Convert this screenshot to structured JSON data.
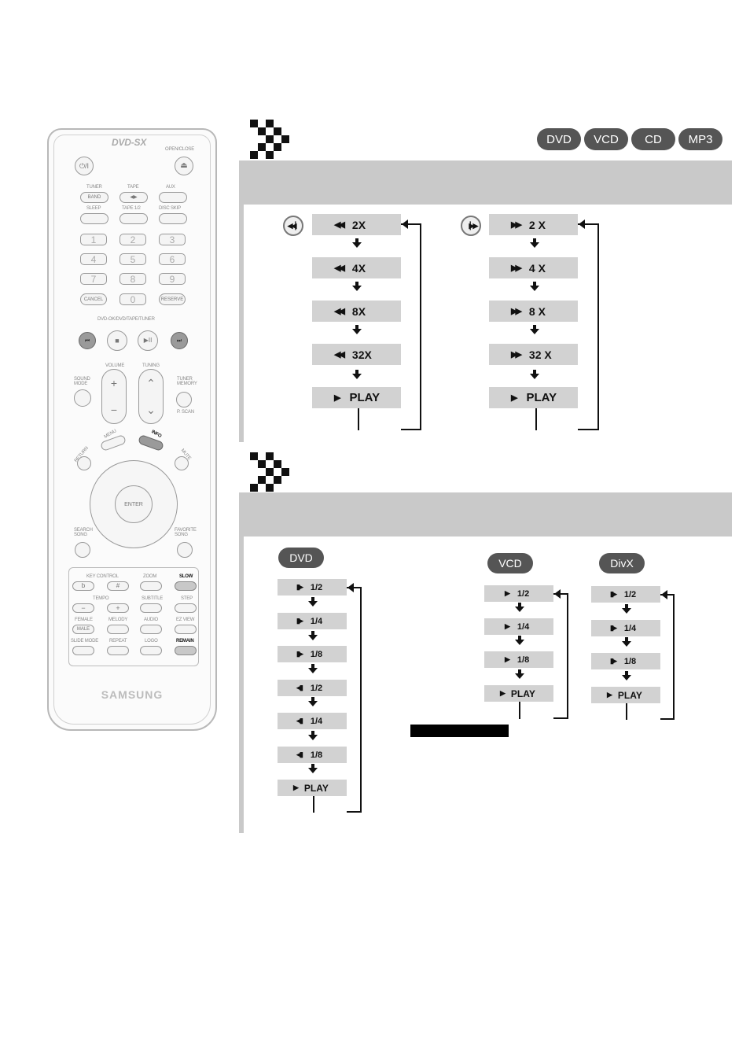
{
  "remote": {
    "logo": "DVD-SX",
    "open_close": "OPEN/CLOSE",
    "power_label": "⏻/I",
    "eject_label": "⏏",
    "tuner": "TUNER",
    "band": "BAND",
    "tape": "TAPE",
    "tape_dir": "◀▶",
    "aux": "AUX",
    "sleep": "SLEEP",
    "tape12": "TAPE 1/2",
    "disc_skip": "DISC SKIP",
    "numbers": [
      "1",
      "2",
      "3",
      "4",
      "5",
      "6",
      "7",
      "8",
      "9"
    ],
    "cancel": "CANCEL",
    "zero": "0",
    "reserve": "RESERVE",
    "transport_title": "DVD-OK/DVD/TAPE/TUNER",
    "prev": "⏮",
    "stop": "■",
    "play_pause": "▶II",
    "next": "⏭",
    "volume": "VOLUME",
    "tuning": "TUNING",
    "sound_mode": "SOUND MODE",
    "tuner_memory": "TUNER MEMORY",
    "p_scan": "P. SCAN",
    "plus": "+",
    "minus": "−",
    "up": "⌃",
    "dn": "⌄",
    "menu": "MENU",
    "info": "INFO",
    "return": "RETURN",
    "mute": "MUTE",
    "enter": "ENTER",
    "search_song": "SEARCH SONG",
    "favorite_song": "FAVORITE SONG",
    "key_control": "KEY CONTROL",
    "flat": "b",
    "sharp": "#",
    "zoom": "ZOOM",
    "slow": "SLOW",
    "tempo": "TEMPO",
    "subtitle": "SUBTITLE",
    "step": "STEP",
    "female": "FEMALE",
    "male": "MALE",
    "melody": "MELODY",
    "audio": "AUDIO",
    "ez_view": "EZ VIEW",
    "slide_mode": "SLIDE MODE",
    "repeat": "REPEAT",
    "logo_btn": "LOGO",
    "remain": "REMAIN",
    "brand": "SAMSUNG"
  },
  "badges": [
    "DVD",
    "VCD",
    "CD",
    "MP3"
  ],
  "search": {
    "rewind": [
      "2X",
      "4X",
      "8X",
      "32X",
      "PLAY"
    ],
    "forward": [
      "2 X",
      "4 X",
      "8 X",
      "32 X",
      "PLAY"
    ],
    "rew_icon": "◀◀",
    "ff_icon": "▶▶",
    "play_icon": "▶",
    "prev_btn": "◀◀▏",
    "next_btn": "▕▶▶"
  },
  "slow": {
    "dvd_badge": "DVD",
    "vcd_badge": "VCD",
    "divx_badge": "DivX",
    "dvd": [
      "1/2",
      "1/4",
      "1/8",
      "1/2",
      "1/4",
      "1/8",
      "PLAY"
    ],
    "dvd_icons": [
      "▮▶",
      "▮▶",
      "▮▶",
      "◀▮",
      "◀▮",
      "◀▮",
      "▶"
    ],
    "vcd": [
      "1/2",
      "1/4",
      "1/8",
      "PLAY"
    ],
    "vcd_icons": [
      "▶",
      "▶",
      "▶",
      "▶"
    ],
    "divx": [
      "1/2",
      "1/4",
      "1/8",
      "PLAY"
    ],
    "divx_icons": [
      "▮▶",
      "▮▶",
      "▮▶",
      "▶"
    ]
  }
}
